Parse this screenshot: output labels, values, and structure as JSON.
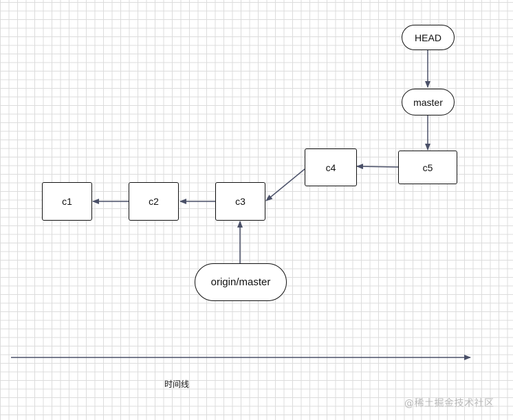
{
  "diagram": {
    "nodes": {
      "head": "HEAD",
      "master": "master",
      "c1": "c1",
      "c2": "c2",
      "c3": "c3",
      "c4": "c4",
      "c5": "c5",
      "origin_master": "origin/master"
    },
    "timeline_label": "时间线",
    "edges": [
      {
        "from": "head",
        "to": "master"
      },
      {
        "from": "master",
        "to": "c5"
      },
      {
        "from": "c5",
        "to": "c4"
      },
      {
        "from": "c4",
        "to": "c3"
      },
      {
        "from": "c3",
        "to": "c2"
      },
      {
        "from": "c2",
        "to": "c1"
      },
      {
        "from": "origin_master",
        "to": "c3"
      }
    ],
    "colors": {
      "edge": "#4a5068",
      "node_border": "#111111",
      "grid": "#dcdcdc"
    }
  },
  "watermark": "@稀土掘金技术社区"
}
